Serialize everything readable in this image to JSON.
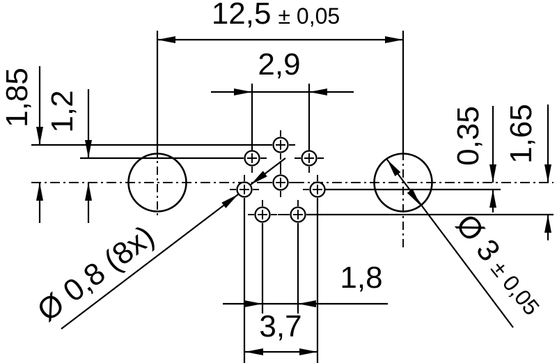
{
  "drawing": {
    "background_color": "#ffffff",
    "line_color": "#000000",
    "dimensions": {
      "mounting_spacing": {
        "value": "12,5",
        "tolerance": "± 0,05"
      },
      "upper_pin_span": "2,9",
      "top_pin_offset": "1,85",
      "upper_pin_offset": "1,2",
      "mid_pin_offset": "0,35",
      "lower_pin_offset": "1,65",
      "lower_pin_span": "1,8",
      "mid_pin_span": "3,7",
      "pin_hole_diameter": "Ø 0,8 (8x)",
      "mounting_hole_diameter": {
        "value": "Ø 3",
        "tolerance": "± 0,05"
      }
    }
  }
}
